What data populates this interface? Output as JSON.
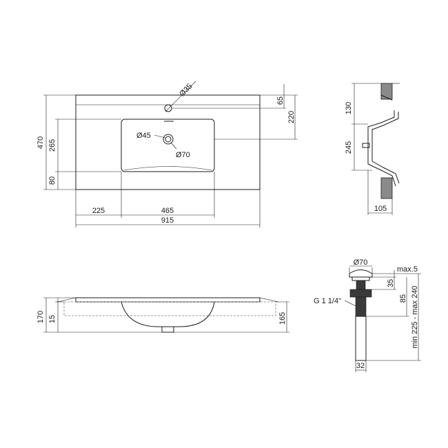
{
  "top_view": {
    "overall_depth": "470",
    "bowl_depth": "265",
    "front_edge": "80",
    "tap_offset": "65",
    "bowl_back": "220",
    "tap_hole": "Ø35",
    "drain_hole": "Ø45",
    "drain_outer": "Ø70",
    "left_offset": "225",
    "bowl_width": "465",
    "overall_width": "915"
  },
  "side_section": {
    "top_height": "130",
    "bowl_height": "245",
    "depth": "105"
  },
  "front_view": {
    "overall_height": "170",
    "slab_thickness": "15",
    "body_height": "165"
  },
  "drain_detail": {
    "cap_diameter": "Ø70",
    "cap_rise": "max.5",
    "cap_height": "35",
    "body_length": "85",
    "total_length": "min 225 - max 240",
    "thread": "G 1 1/4\"",
    "pipe_diameter": "32"
  }
}
